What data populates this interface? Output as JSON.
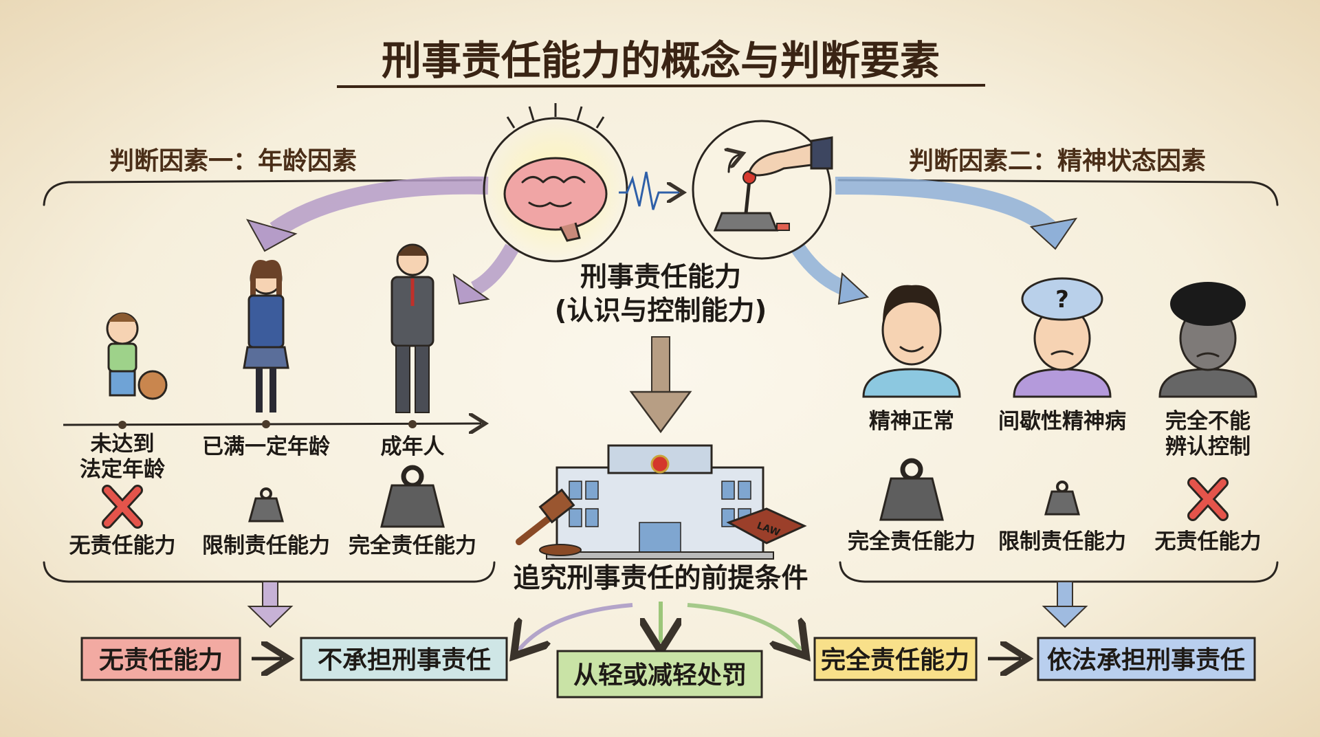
{
  "title": "刑事责任能力的概念与判断要素",
  "left": {
    "heading": "判断因素一：年龄因素",
    "stages": [
      {
        "label_line1": "未达到",
        "label_line2": "法定年龄",
        "icon": "x-mark-icon",
        "result": "无责任能力"
      },
      {
        "label_line1": "已满一定年龄",
        "icon": "small-weight-icon",
        "result": "限制责任能力"
      },
      {
        "label_line1": "成年人",
        "icon": "large-weight-icon",
        "result": "完全责任能力"
      }
    ]
  },
  "right": {
    "heading": "判断因素二：精神状态因素",
    "states": [
      {
        "label_line1": "精神正常",
        "icon": "large-weight-icon",
        "result": "完全责任能力"
      },
      {
        "label_line1": "间歇性精神病",
        "icon": "small-weight-icon",
        "result": "限制责任能力"
      },
      {
        "label_line1": "完全不能",
        "label_line2": "辨认控制",
        "icon": "x-mark-icon",
        "result": "无责任能力"
      }
    ]
  },
  "center": {
    "concept": "刑事责任能力",
    "concept_sub": "(认识与控制能力)",
    "premise": "追究刑事责任的前提条件",
    "book_label": "LAW"
  },
  "outcomes": {
    "none": "无责任能力",
    "no_liability": "不承担刑事责任",
    "mitigated": "从轻或减轻处罚",
    "full": "完全责任能力",
    "liable": "依法承担刑事责任"
  },
  "colors": {
    "red_box": "#f2aaa2",
    "teal_box": "#cfe6e6",
    "green_box": "#c9e3a6",
    "yellow_box": "#f8e08a",
    "blue_box": "#b9cfee",
    "purple_arrow": "#b59cc8",
    "blue_arrow": "#8fb0d8"
  }
}
